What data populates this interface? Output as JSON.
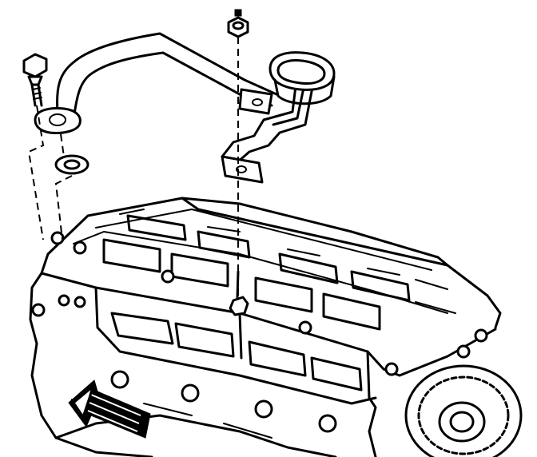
{
  "diagram": {
    "parts": [
      {
        "id": "oil-fill-tube",
        "icon": "oil-fill-tube-icon"
      },
      {
        "id": "tube-bracket",
        "icon": "bracket-icon"
      },
      {
        "id": "tube-bolt",
        "icon": "bolt-icon"
      },
      {
        "id": "tube-seal",
        "icon": "o-ring-icon"
      },
      {
        "id": "bracket-nut",
        "icon": "nut-icon"
      },
      {
        "id": "stud",
        "icon": "stud-icon"
      },
      {
        "id": "cylinder-head",
        "icon": "cylinder-head-icon"
      },
      {
        "id": "harmonic-balancer",
        "icon": "pulley-icon"
      },
      {
        "id": "front-direction-arrow",
        "icon": "arrow-left-icon"
      }
    ],
    "colors": {
      "ink": "#000000",
      "background": "#ffffff"
    }
  }
}
